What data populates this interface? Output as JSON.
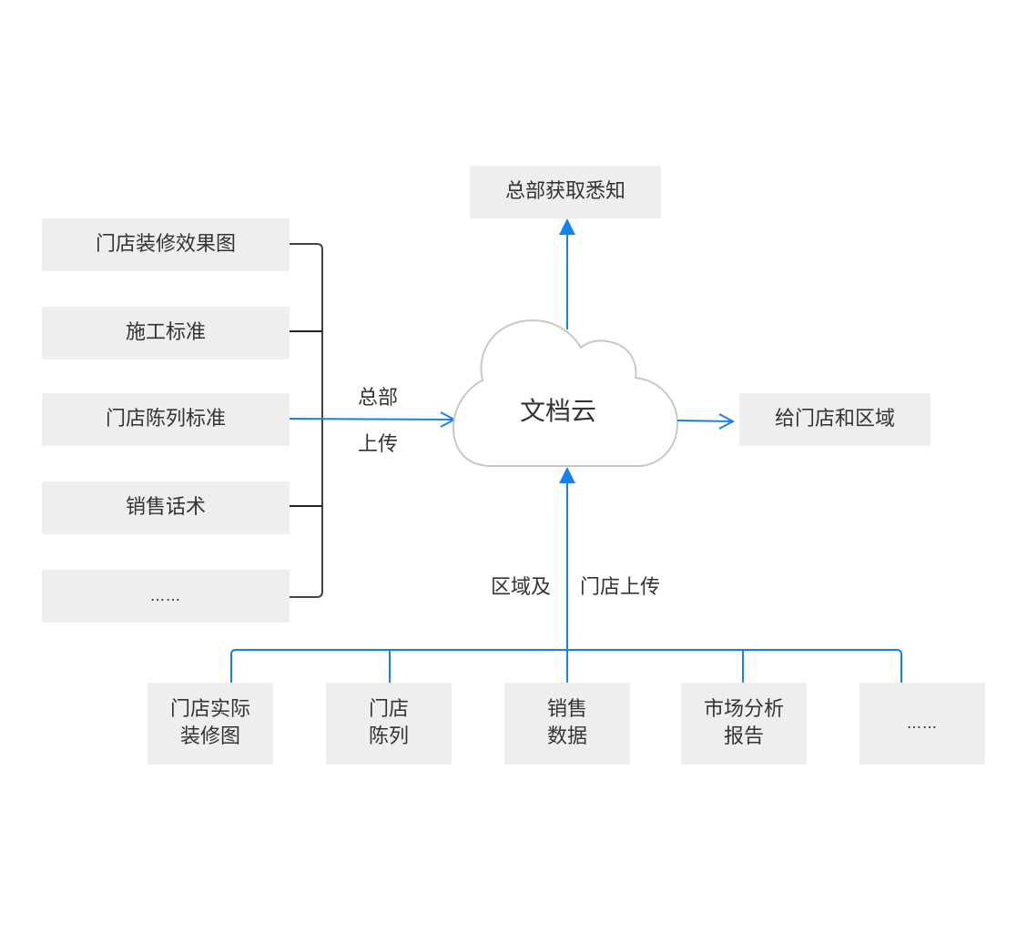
{
  "colors": {
    "flow_blue": "#1682f0",
    "bracket_dark": "#444444",
    "box_fill": "#eeeeee",
    "cloud_stroke": "#cccccc",
    "text": "#333333"
  },
  "center": {
    "label": "文档云",
    "icon": "cloud-icon"
  },
  "top_box": {
    "label": "总部获取悉知"
  },
  "right_box": {
    "label": "给门店和区域"
  },
  "left_boxes": [
    {
      "label": "门店装修效果图"
    },
    {
      "label": "施工标准"
    },
    {
      "label": "门店陈列标准"
    },
    {
      "label": "销售话术"
    },
    {
      "label": "……"
    }
  ],
  "left_arrow_label": {
    "top": "总部",
    "bottom": "上传"
  },
  "bottom_arrow_label": {
    "left": "区域及",
    "right": "门店上传"
  },
  "bottom_boxes": [
    {
      "label": "门店实际\n装修图"
    },
    {
      "label": "门店\n陈列"
    },
    {
      "label": "销售\n数据"
    },
    {
      "label": "市场分析\n报告"
    },
    {
      "label": "……"
    }
  ]
}
